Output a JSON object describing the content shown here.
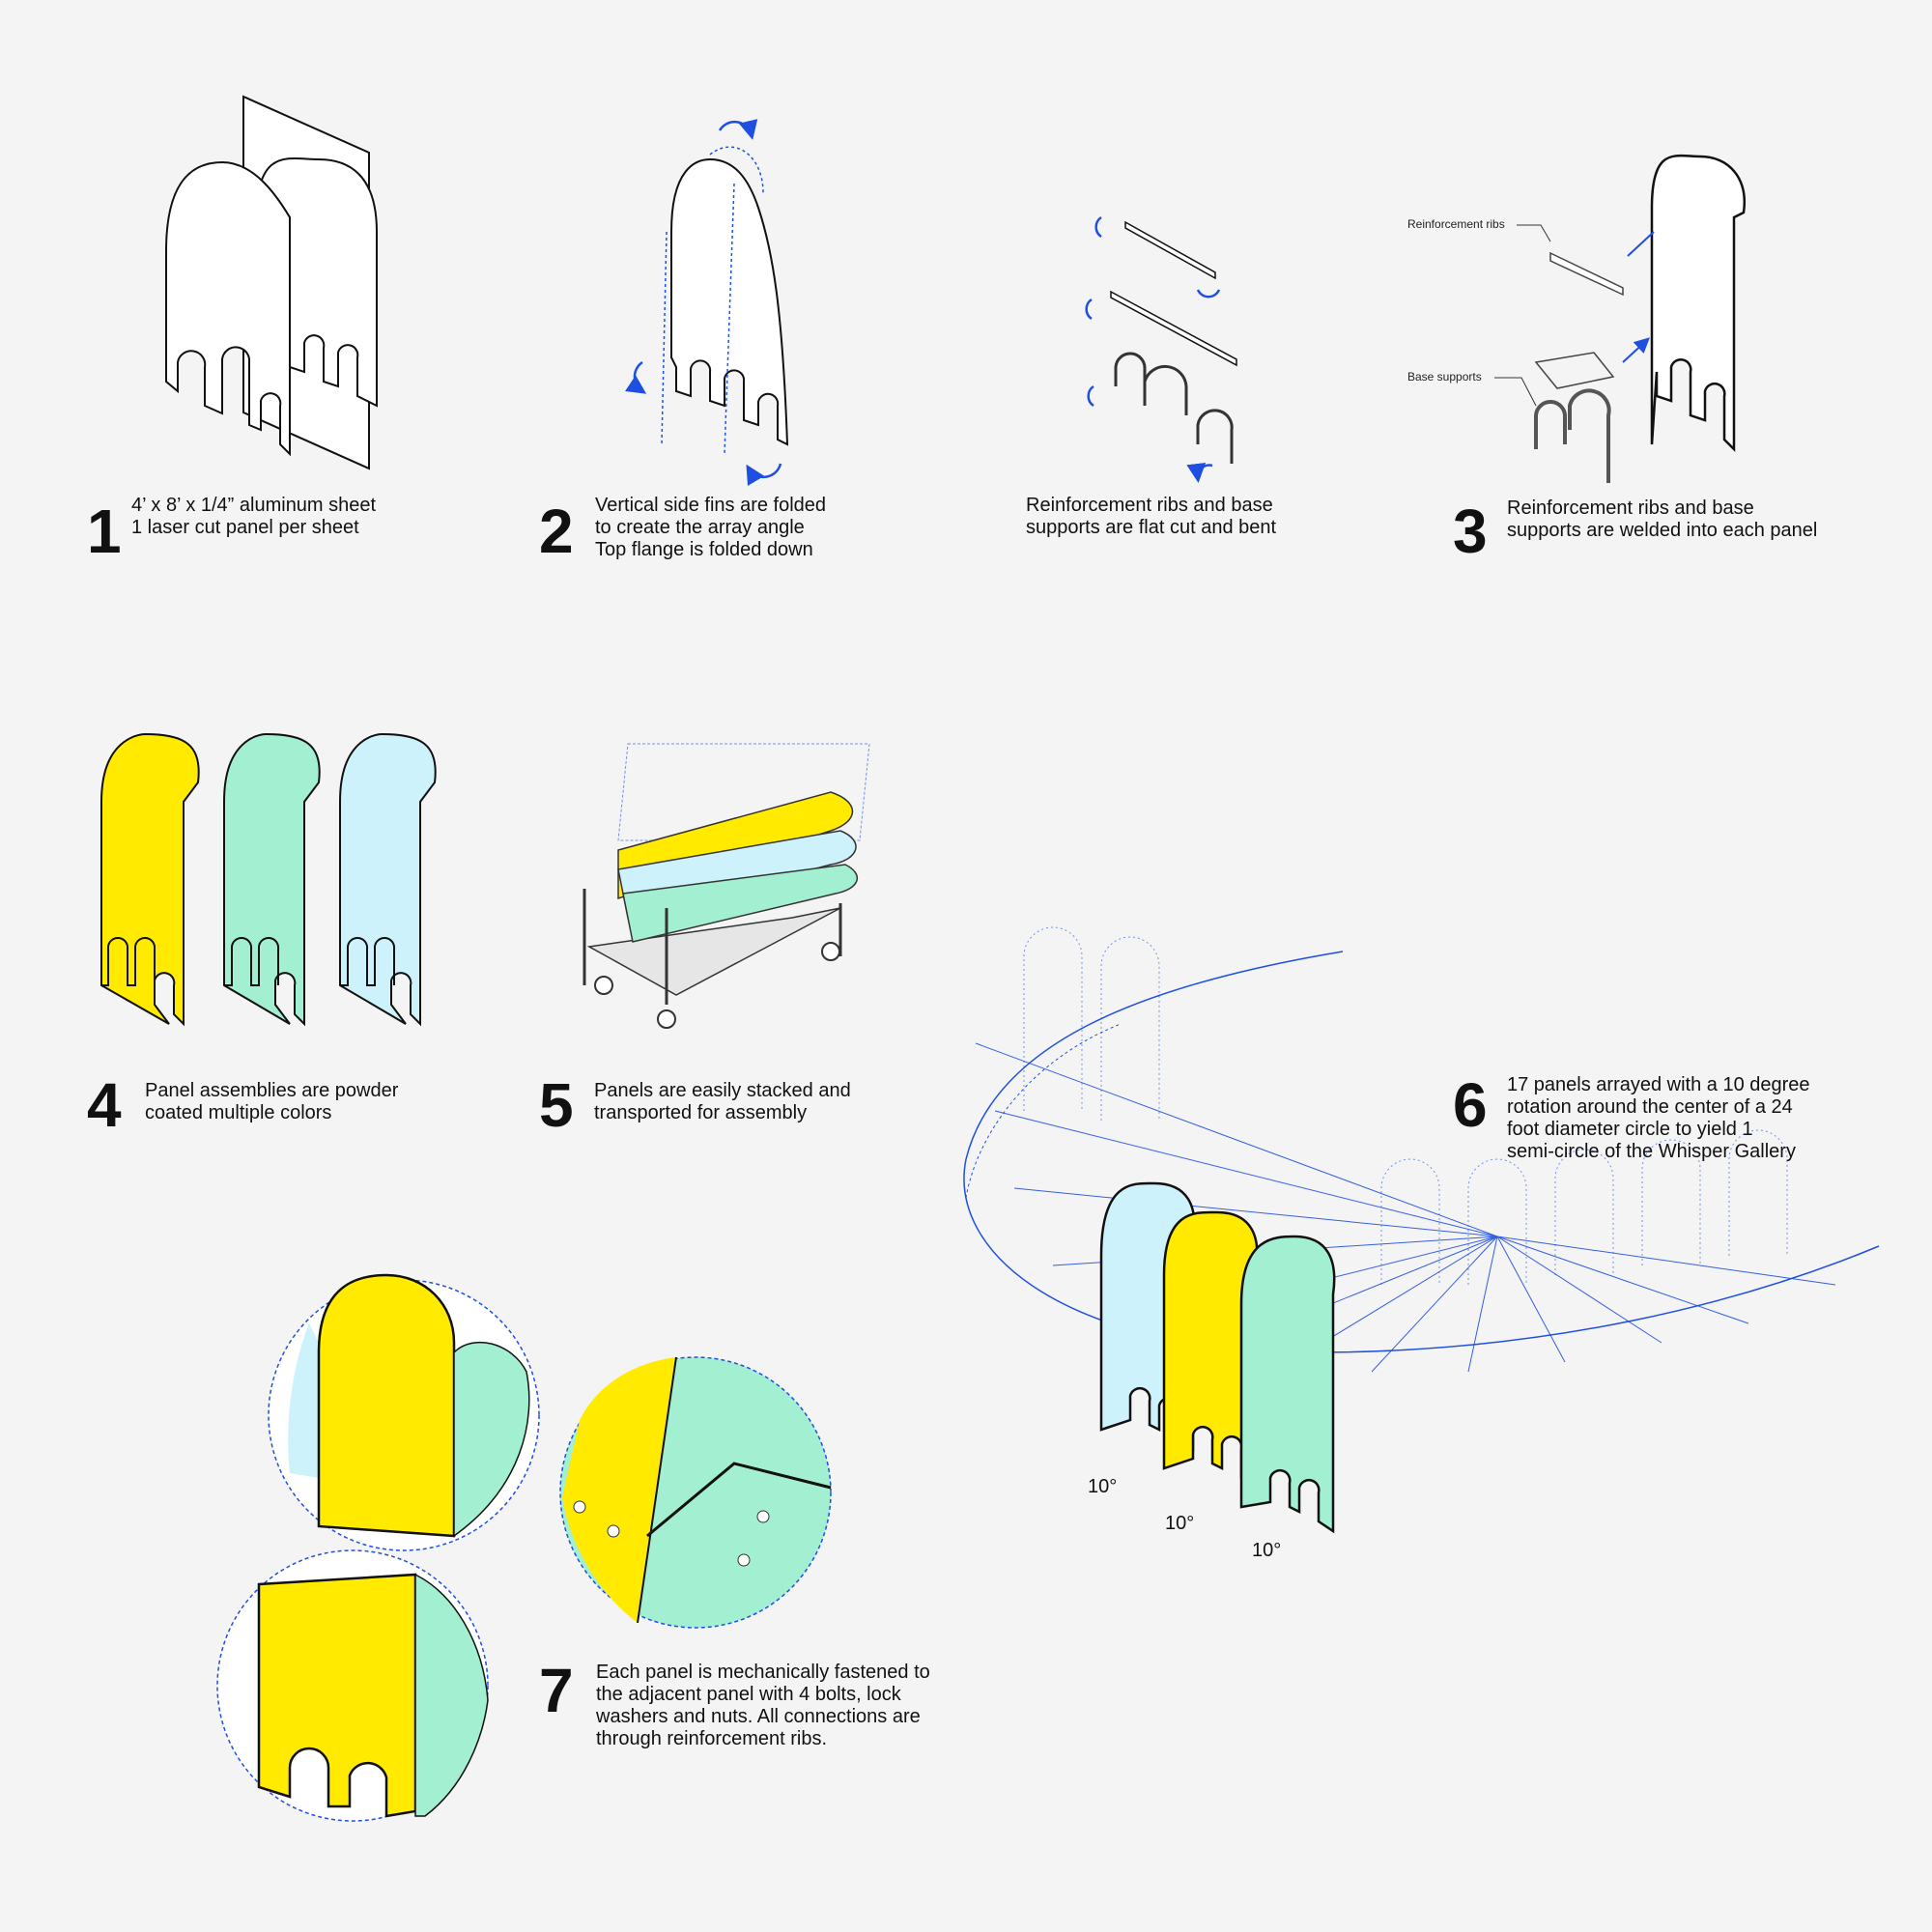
{
  "steps": [
    {
      "number": "1",
      "lines": [
        "4’ x 8’ x 1/4” aluminum sheet",
        "1 laser cut panel per sheet"
      ]
    },
    {
      "number": "2",
      "lines": [
        "Vertical side fins are folded",
        "to create the array angle",
        "Top flange is folded down"
      ]
    },
    {
      "number": "",
      "lines": [
        "Reinforcement ribs and base",
        "supports are flat cut and bent"
      ]
    },
    {
      "number": "3",
      "lines": [
        "Reinforcement ribs and base",
        "supports are welded into each panel"
      ]
    },
    {
      "number": "4",
      "lines": [
        "Panel assemblies are powder",
        "coated multiple colors"
      ]
    },
    {
      "number": "5",
      "lines": [
        "Panels are easily stacked and",
        "transported for assembly"
      ]
    },
    {
      "number": "6",
      "lines": [
        "17 panels arrayed with a 10 degree",
        "rotation around the center of a 24",
        "foot diameter circle to yield 1",
        "semi-circle of the Whisper Gallery"
      ]
    },
    {
      "number": "7",
      "lines": [
        "Each panel is mechanically fastened to",
        "the adjacent panel with 4 bolts, lock",
        "washers and nuts. All connections are",
        "through reinforcement ribs."
      ]
    }
  ],
  "callouts": {
    "ribs": "Reinforcement ribs",
    "base": "Base supports"
  },
  "angles": [
    "10°",
    "10°",
    "10°"
  ],
  "colors": {
    "yellow": "#ffea00",
    "mint": "#a3efd2",
    "sky": "#cdf2fb",
    "blue": "#1f4fe0",
    "line": "#111111"
  }
}
